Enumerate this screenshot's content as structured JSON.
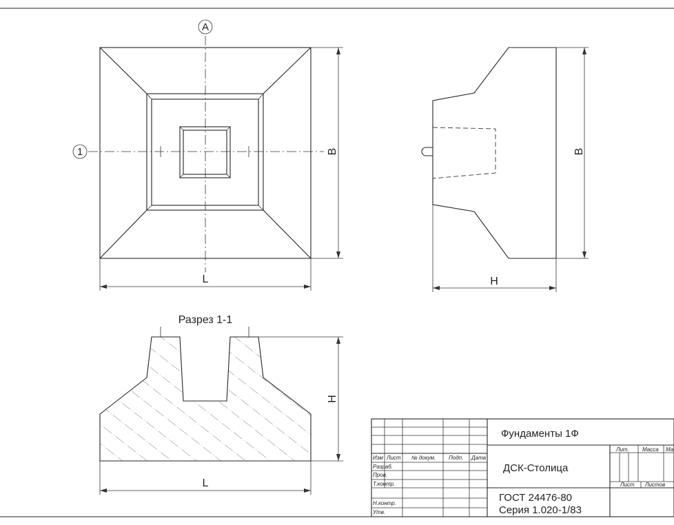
{
  "markers": {
    "axis_A": "A",
    "axis_1": "1"
  },
  "dimensions": {
    "L": "L",
    "B": "B",
    "H": "H"
  },
  "section_title": "Разрез 1-1",
  "title_block": {
    "product": "Фундаменты 1Ф",
    "organization": "ДСК-Столица",
    "standard_line1": "ГОСТ 24476-80",
    "standard_line2": "Серия 1.020-1/83",
    "col_izm": "Изм",
    "col_list": "Лист",
    "col_doc": "№ докум.",
    "col_sign": "Подп.",
    "col_date": "Дата",
    "row_razrab": "Разраб.",
    "row_prov": "Пров.",
    "row_tkontr": "Т.контр.",
    "row_nkontr": "Н.контр.",
    "row_utv": "Утв.",
    "lit": "Лит.",
    "massa": "Масса",
    "masshtab": "Ма",
    "list_label": "Лист",
    "listov_label": "Листов"
  }
}
